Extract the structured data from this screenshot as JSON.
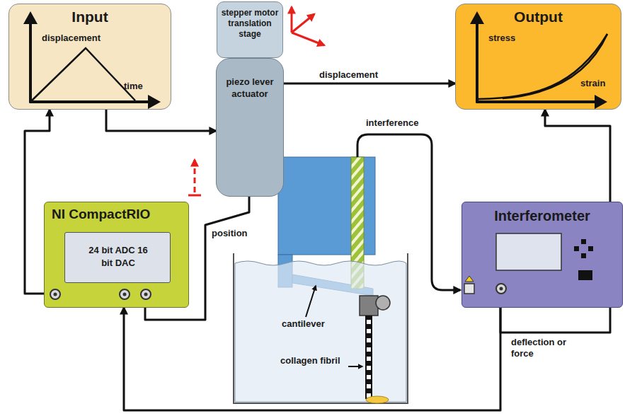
{
  "diagram": {
    "nodes": [
      {
        "text": [
          "Input",
          "displacement",
          "time"
        ]
      },
      {
        "text": [
          "stepper motor translation stage"
        ]
      },
      {
        "text": [
          "piezo lever actuator"
        ]
      },
      {
        "text": [
          "Output",
          "stress",
          "strain"
        ]
      },
      {
        "text": [
          "NI CompactRIO"
        ]
      },
      {
        "text": [
          "24 bit ADC 16 bit DAC"
        ],
        "in": 4
      },
      {
        "text": [
          "Interferometer"
        ]
      }
    ],
    "edges": [
      {
        "from": 4,
        "to": 0,
        "arrow": "to"
      },
      {
        "from": 0,
        "to": 2,
        "arrow": "to"
      },
      {
        "from": 2,
        "to": 3,
        "label": "displacement",
        "arrow": "to"
      },
      {
        "from": 2,
        "to": 4,
        "label": "position",
        "arrow": "none"
      },
      {
        "from": 6,
        "to": 4,
        "arrow": "to"
      },
      {
        "from": 6,
        "to": 3,
        "arrow": "to"
      }
    ],
    "labels": [
      "interference",
      "cantilever",
      "collagen fibril",
      "deflection or force"
    ]
  }
}
